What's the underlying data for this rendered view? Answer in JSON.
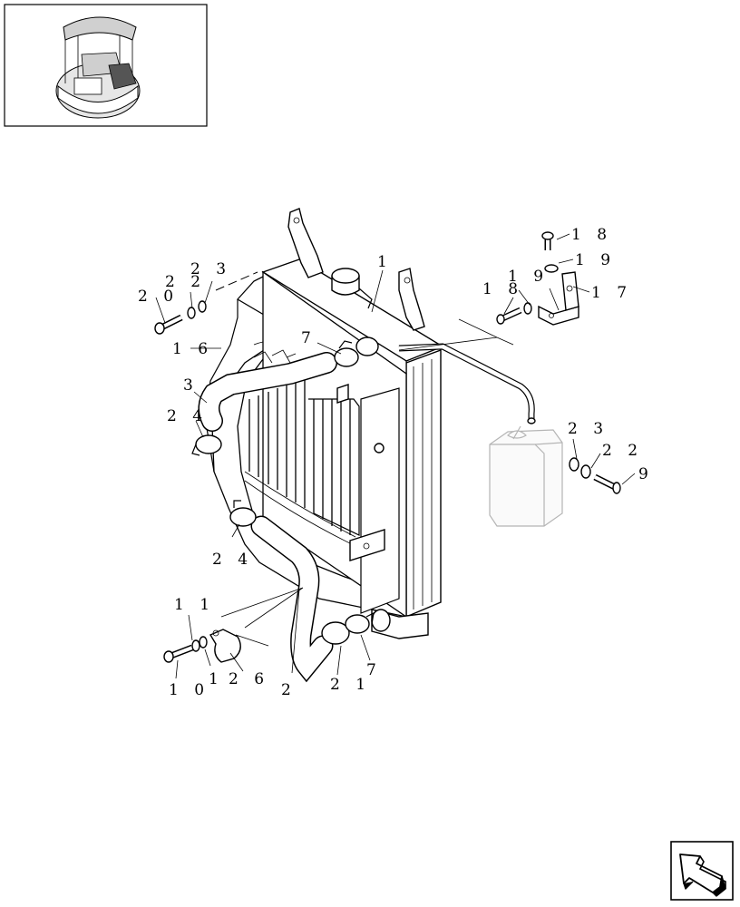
{
  "callouts": {
    "c1": "1",
    "c2": "2",
    "c3": "3",
    "c7a": "7",
    "c7b": "7",
    "c9": "9",
    "c10": "1 0",
    "c11": "1 1",
    "c12": "1",
    "c16": "1 6",
    "c17": "1 7",
    "c18a": "1 8",
    "c18b": "1 8",
    "c19a": "1 9",
    "c19b": "1 9",
    "c20": "2 0",
    "c21": "2 1",
    "c22a": "2 2",
    "c22b": "2 2",
    "c23a": "2 3",
    "c23b": "2 3",
    "c24a": "2 4",
    "c24b": "2 4",
    "c26": "2 6"
  },
  "icons": {
    "thumbnail": "machine-locator-thumbnail-icon",
    "nav": "return-arrow-icon"
  }
}
